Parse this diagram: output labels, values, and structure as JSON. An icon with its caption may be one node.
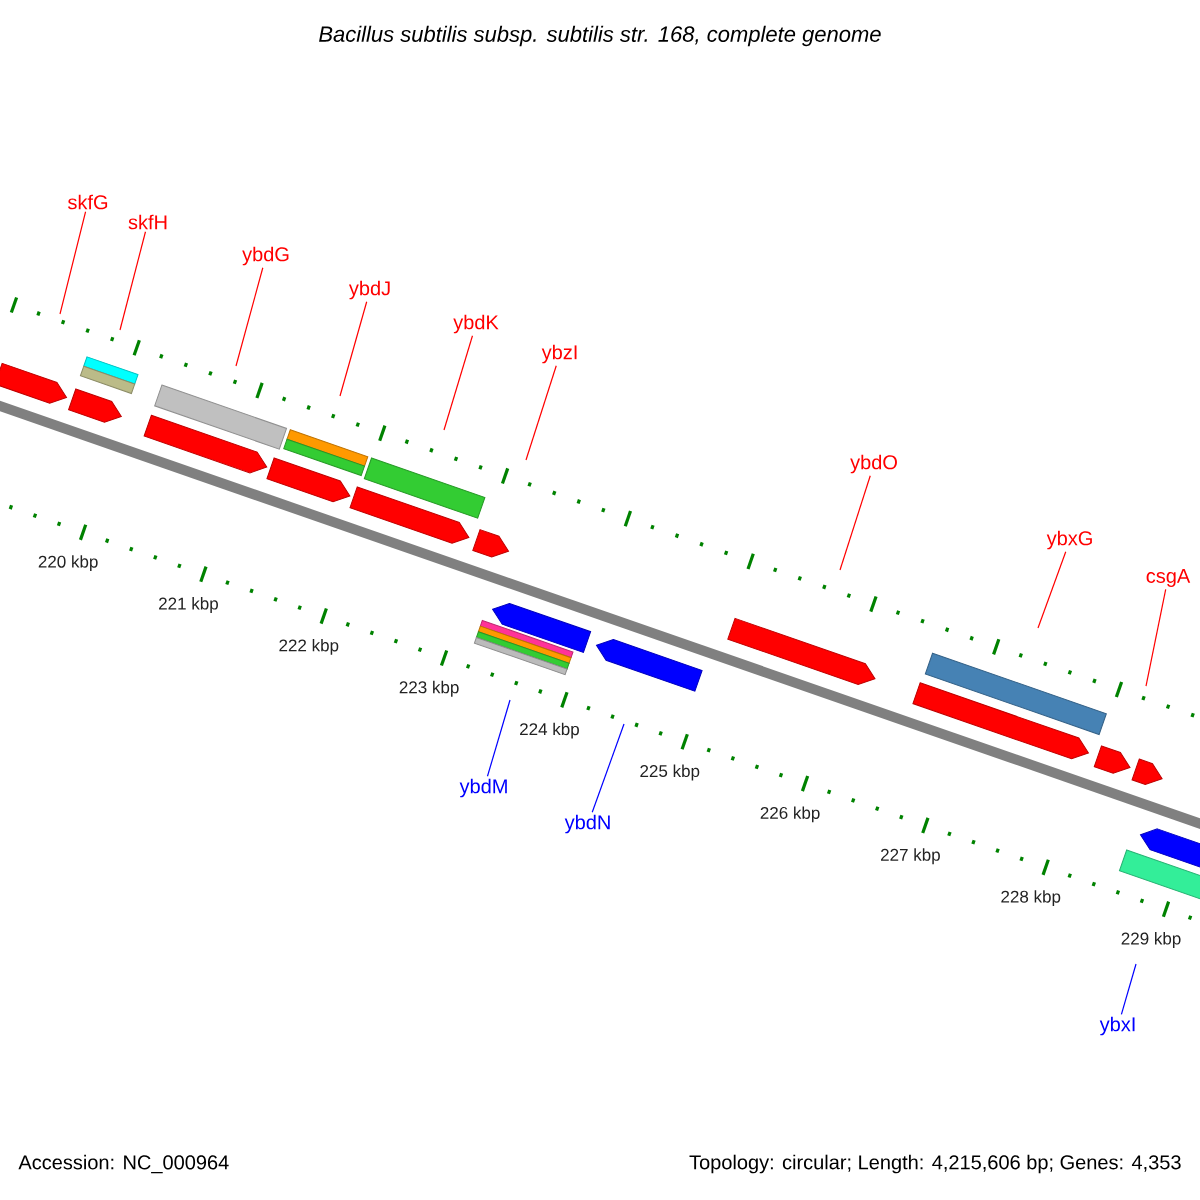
{
  "diagram": {
    "title": "Bacillus subtilis subsp. subtilis str. 168, complete genome",
    "nodes": [
      {
        "text": [
          "skfG"
        ]
      },
      {
        "text": [
          "skfH"
        ]
      },
      {
        "text": [
          "ybdG"
        ]
      },
      {
        "text": [
          "ybdJ"
        ]
      },
      {
        "text": [
          "ybdK"
        ]
      },
      {
        "text": [
          "ybzI"
        ]
      },
      {
        "text": [
          "ybdO"
        ]
      },
      {
        "text": [
          "ybxG"
        ]
      },
      {
        "text": [
          "csgA"
        ]
      },
      {
        "text": [
          "ybdM"
        ]
      },
      {
        "text": [
          "ybdN"
        ]
      },
      {
        "text": [
          "ybxI"
        ]
      }
    ],
    "edges": [
      {
        "from": 0,
        "to": null,
        "arrow": "none"
      },
      {
        "from": 1,
        "to": null,
        "arrow": "none"
      },
      {
        "from": 2,
        "to": null,
        "arrow": "none"
      },
      {
        "from": 3,
        "to": null,
        "arrow": "none"
      },
      {
        "from": 4,
        "to": null,
        "arrow": "none"
      },
      {
        "from": 5,
        "to": null,
        "arrow": "none"
      },
      {
        "from": 6,
        "to": null,
        "arrow": "none"
      },
      {
        "from": 7,
        "to": null,
        "arrow": "none"
      },
      {
        "from": 8,
        "to": null,
        "arrow": "none"
      },
      {
        "from": 9,
        "to": null,
        "arrow": "none",
        "color": "#0000ff"
      },
      {
        "from": 10,
        "to": null,
        "arrow": "none",
        "color": "#0000ff"
      },
      {
        "from": 11,
        "to": null,
        "arrow": "none",
        "color": "#0000ff"
      }
    ],
    "labels": [
      "220 kbp",
      "221 kbp",
      "222 kbp",
      "223 kbp",
      "224 kbp",
      "225 kbp",
      "226 kbp",
      "227 kbp",
      "228 kbp",
      "229 kbp",
      "Accession: NC_000964",
      "Topology: circular; Length: 4,215,606 bp; Genes: 4,353"
    ]
  }
}
